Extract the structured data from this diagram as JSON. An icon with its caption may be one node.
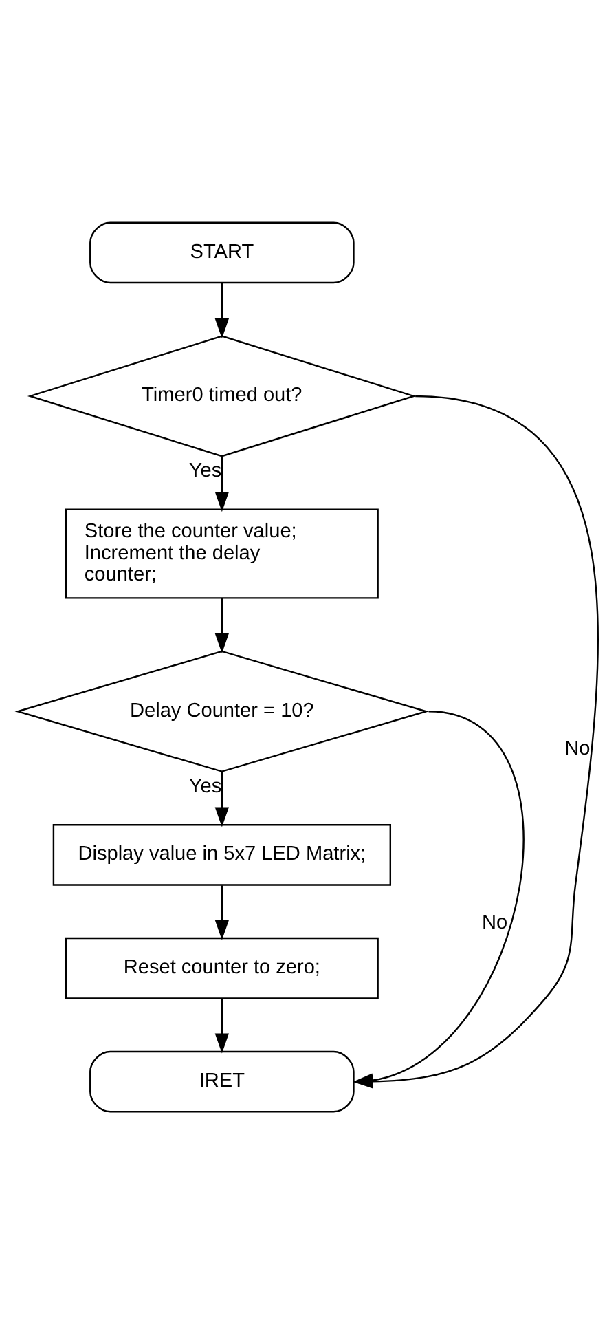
{
  "diagram": {
    "nodes": [
      {
        "text": [
          "START"
        ]
      },
      {
        "text": [
          "Timer0 timed out?"
        ]
      },
      {
        "text": [
          "Store the counter value; Increment the delay counter;"
        ]
      },
      {
        "text": [
          "Delay Counter = 10?"
        ]
      },
      {
        "text": [
          "Display value in 5x7 LED Matrix;"
        ]
      },
      {
        "text": [
          "Reset counter to zero;"
        ]
      },
      {
        "text": [
          "IRET"
        ]
      }
    ],
    "edges": [
      {
        "from": 0,
        "to": 1,
        "arrow": "to"
      },
      {
        "from": 1,
        "to": 2,
        "arrow": "to",
        "label": "Yes"
      },
      {
        "from": 2,
        "to": 3,
        "arrow": "to"
      },
      {
        "from": 3,
        "to": 4,
        "arrow": "to",
        "label": "Yes"
      },
      {
        "from": 4,
        "to": 5,
        "arrow": "to"
      },
      {
        "from": 5,
        "to": 6,
        "arrow": "to"
      },
      {
        "from": 1,
        "to": 6,
        "arrow": "to",
        "label": "No"
      },
      {
        "from": 3,
        "to": 6,
        "arrow": "to",
        "label": "No"
      }
    ]
  }
}
